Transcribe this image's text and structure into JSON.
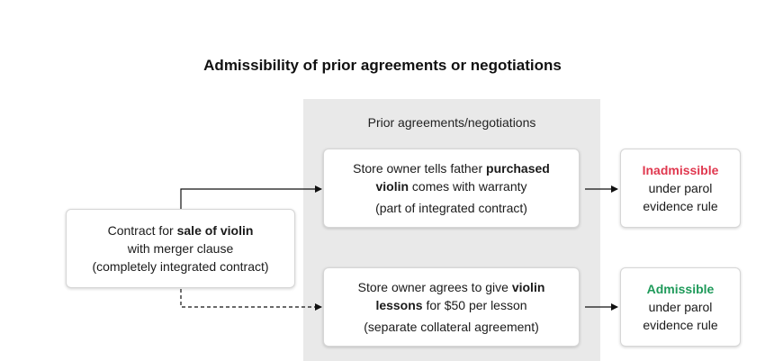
{
  "title": "Admissibility of prior agreements or negotiations",
  "group_label": "Prior agreements/negotiations",
  "contract": {
    "line1_pre": "Contract for ",
    "line1_bold": "sale of violin",
    "line2": "with merger clause",
    "line3": "(completely integrated contract)"
  },
  "prior1": {
    "line1_pre": "Store owner tells father ",
    "line1_bold": "purchased",
    "line2_bold": "violin",
    "line2_post": " comes with warranty",
    "line3": "(part of integrated contract)"
  },
  "prior2": {
    "line1_pre": "Store owner agrees to give ",
    "line1_bold": "violin",
    "line2_bold": "lessons",
    "line2_post": " for $50 per lesson",
    "line3": "(separate collateral agreement)"
  },
  "result1": {
    "status": "Inadmissible",
    "line2": "under parol",
    "line3": "evidence rule",
    "color": "#e0384f"
  },
  "result2": {
    "status": "Admissible",
    "line2": "under parol",
    "line3": "evidence rule",
    "color": "#1f9a5a"
  }
}
